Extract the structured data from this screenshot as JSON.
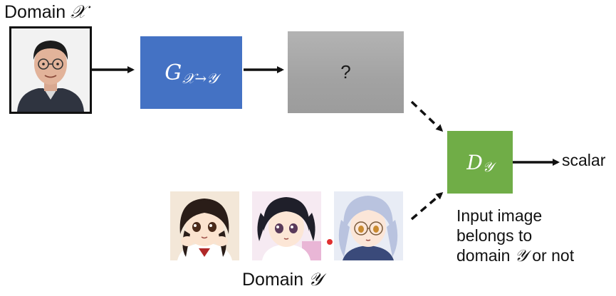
{
  "domain_x": {
    "label": "Domain ",
    "symbol": "𝒳"
  },
  "generator": {
    "main": "G",
    "sub": "𝒳→𝒴"
  },
  "unknown": {
    "label": "?"
  },
  "discriminator": {
    "main": "D",
    "sub": "𝒴"
  },
  "output": {
    "label": "scalar"
  },
  "note": {
    "line1": "Input image",
    "line2": "belongs to",
    "line3_pre": "domain ",
    "line3_sym": "𝒴",
    "line3_post": " or not"
  },
  "domain_y": {
    "label": "Domain ",
    "symbol": "𝒴"
  },
  "colors": {
    "generator": "#4472c4",
    "unknown": "#a8a8a8",
    "discriminator": "#70ad47"
  }
}
